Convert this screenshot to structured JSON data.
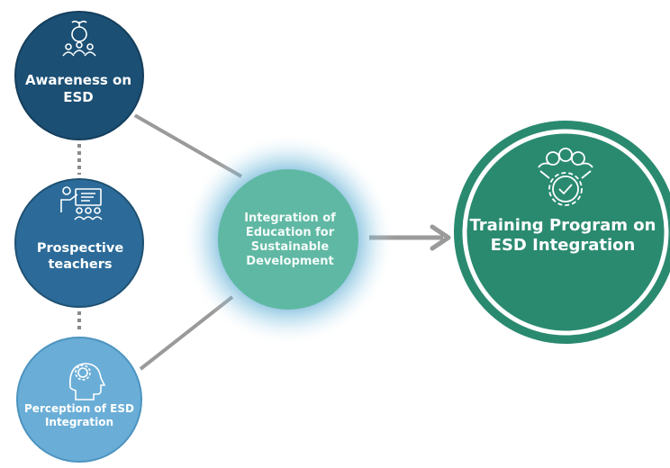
{
  "colors": {
    "awareness": "#1b4f74",
    "teachers": "#2c6b99",
    "perception": "#6aaed7",
    "center": "#5fb8a3",
    "center_glow": "#1a7fa8",
    "training": "#2a8a70",
    "connector": "#9a9a9a",
    "dots": "#8a8a8a"
  },
  "nodes": {
    "awareness": {
      "label": "Awareness on ESD",
      "icon": "growth-community-icon"
    },
    "teachers": {
      "label": "Prospective teachers",
      "icon": "teacher-presentation-icon"
    },
    "perception": {
      "label": "Perception of ESD Integration",
      "icon": "head-gear-icon"
    },
    "center": {
      "label": "Integration of Education for Sustainable Development"
    },
    "training": {
      "label": "Training Program on ESD Integration",
      "icon": "team-gear-check-icon"
    }
  }
}
